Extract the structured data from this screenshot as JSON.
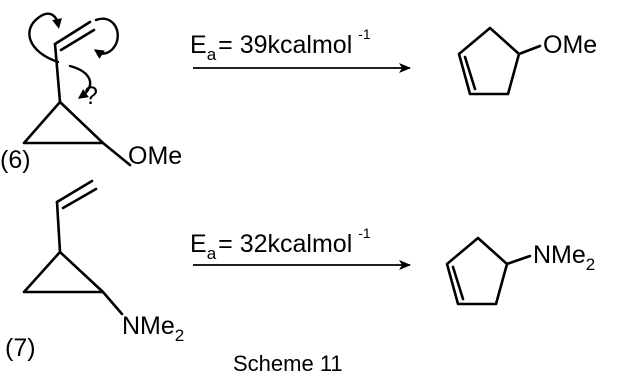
{
  "reaction_1": {
    "compound_label": "(6)",
    "substituent": "OMe",
    "ea_prefix": "E",
    "ea_subscript": "a",
    "ea_value": "= 39kcalmol",
    "ea_superscript": "-1",
    "product_substituent": "OMe",
    "curly_arrow_annotation": "?"
  },
  "reaction_2": {
    "compound_label": "(7)",
    "substituent_main": "NMe",
    "substituent_subscript": "2",
    "ea_prefix": "E",
    "ea_subscript": "a",
    "ea_value": "= 32kcalmol",
    "ea_superscript": "-1",
    "product_substituent_main": "NMe",
    "product_substituent_subscript": "2"
  },
  "caption": "Scheme 11"
}
